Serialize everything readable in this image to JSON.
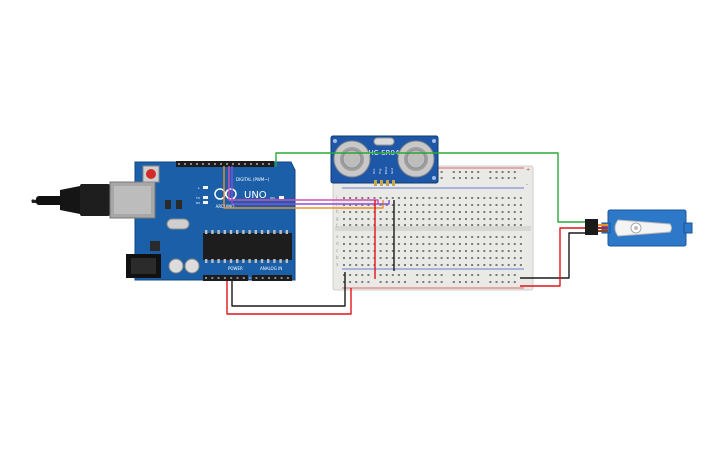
{
  "arduino": {
    "logo_text": "ARDUINO",
    "model": "UNO",
    "digital_header_label": "DIGITAL (PWM~)",
    "power_header_label": "POWER",
    "analog_header_label": "ANALOG IN",
    "on_label": "ON",
    "l_label": "L",
    "tx_label": "TX",
    "rx_label": "RX"
  },
  "sensor": {
    "model": "HC-SR04",
    "pin_labels": [
      "Vcc",
      "Trig",
      "Echo",
      "Gnd"
    ]
  },
  "breadboard": {
    "row_letters_top": [
      "j",
      "i",
      "h",
      "g",
      "f"
    ],
    "row_letters_bottom": [
      "e",
      "d",
      "c",
      "b",
      "a"
    ],
    "rail_plus": "+",
    "rail_minus": "-"
  },
  "colors": {
    "board": "#1b5fa8",
    "breadboard": "#e9e9e6",
    "wire_red": "#e0151b",
    "wire_black": "#1a1a1a",
    "wire_green": "#2aa836",
    "wire_orange": "#e8922a",
    "wire_pink": "#d64fb5",
    "wire_purple": "#8a4fd8",
    "servo": "#2d78c8"
  }
}
